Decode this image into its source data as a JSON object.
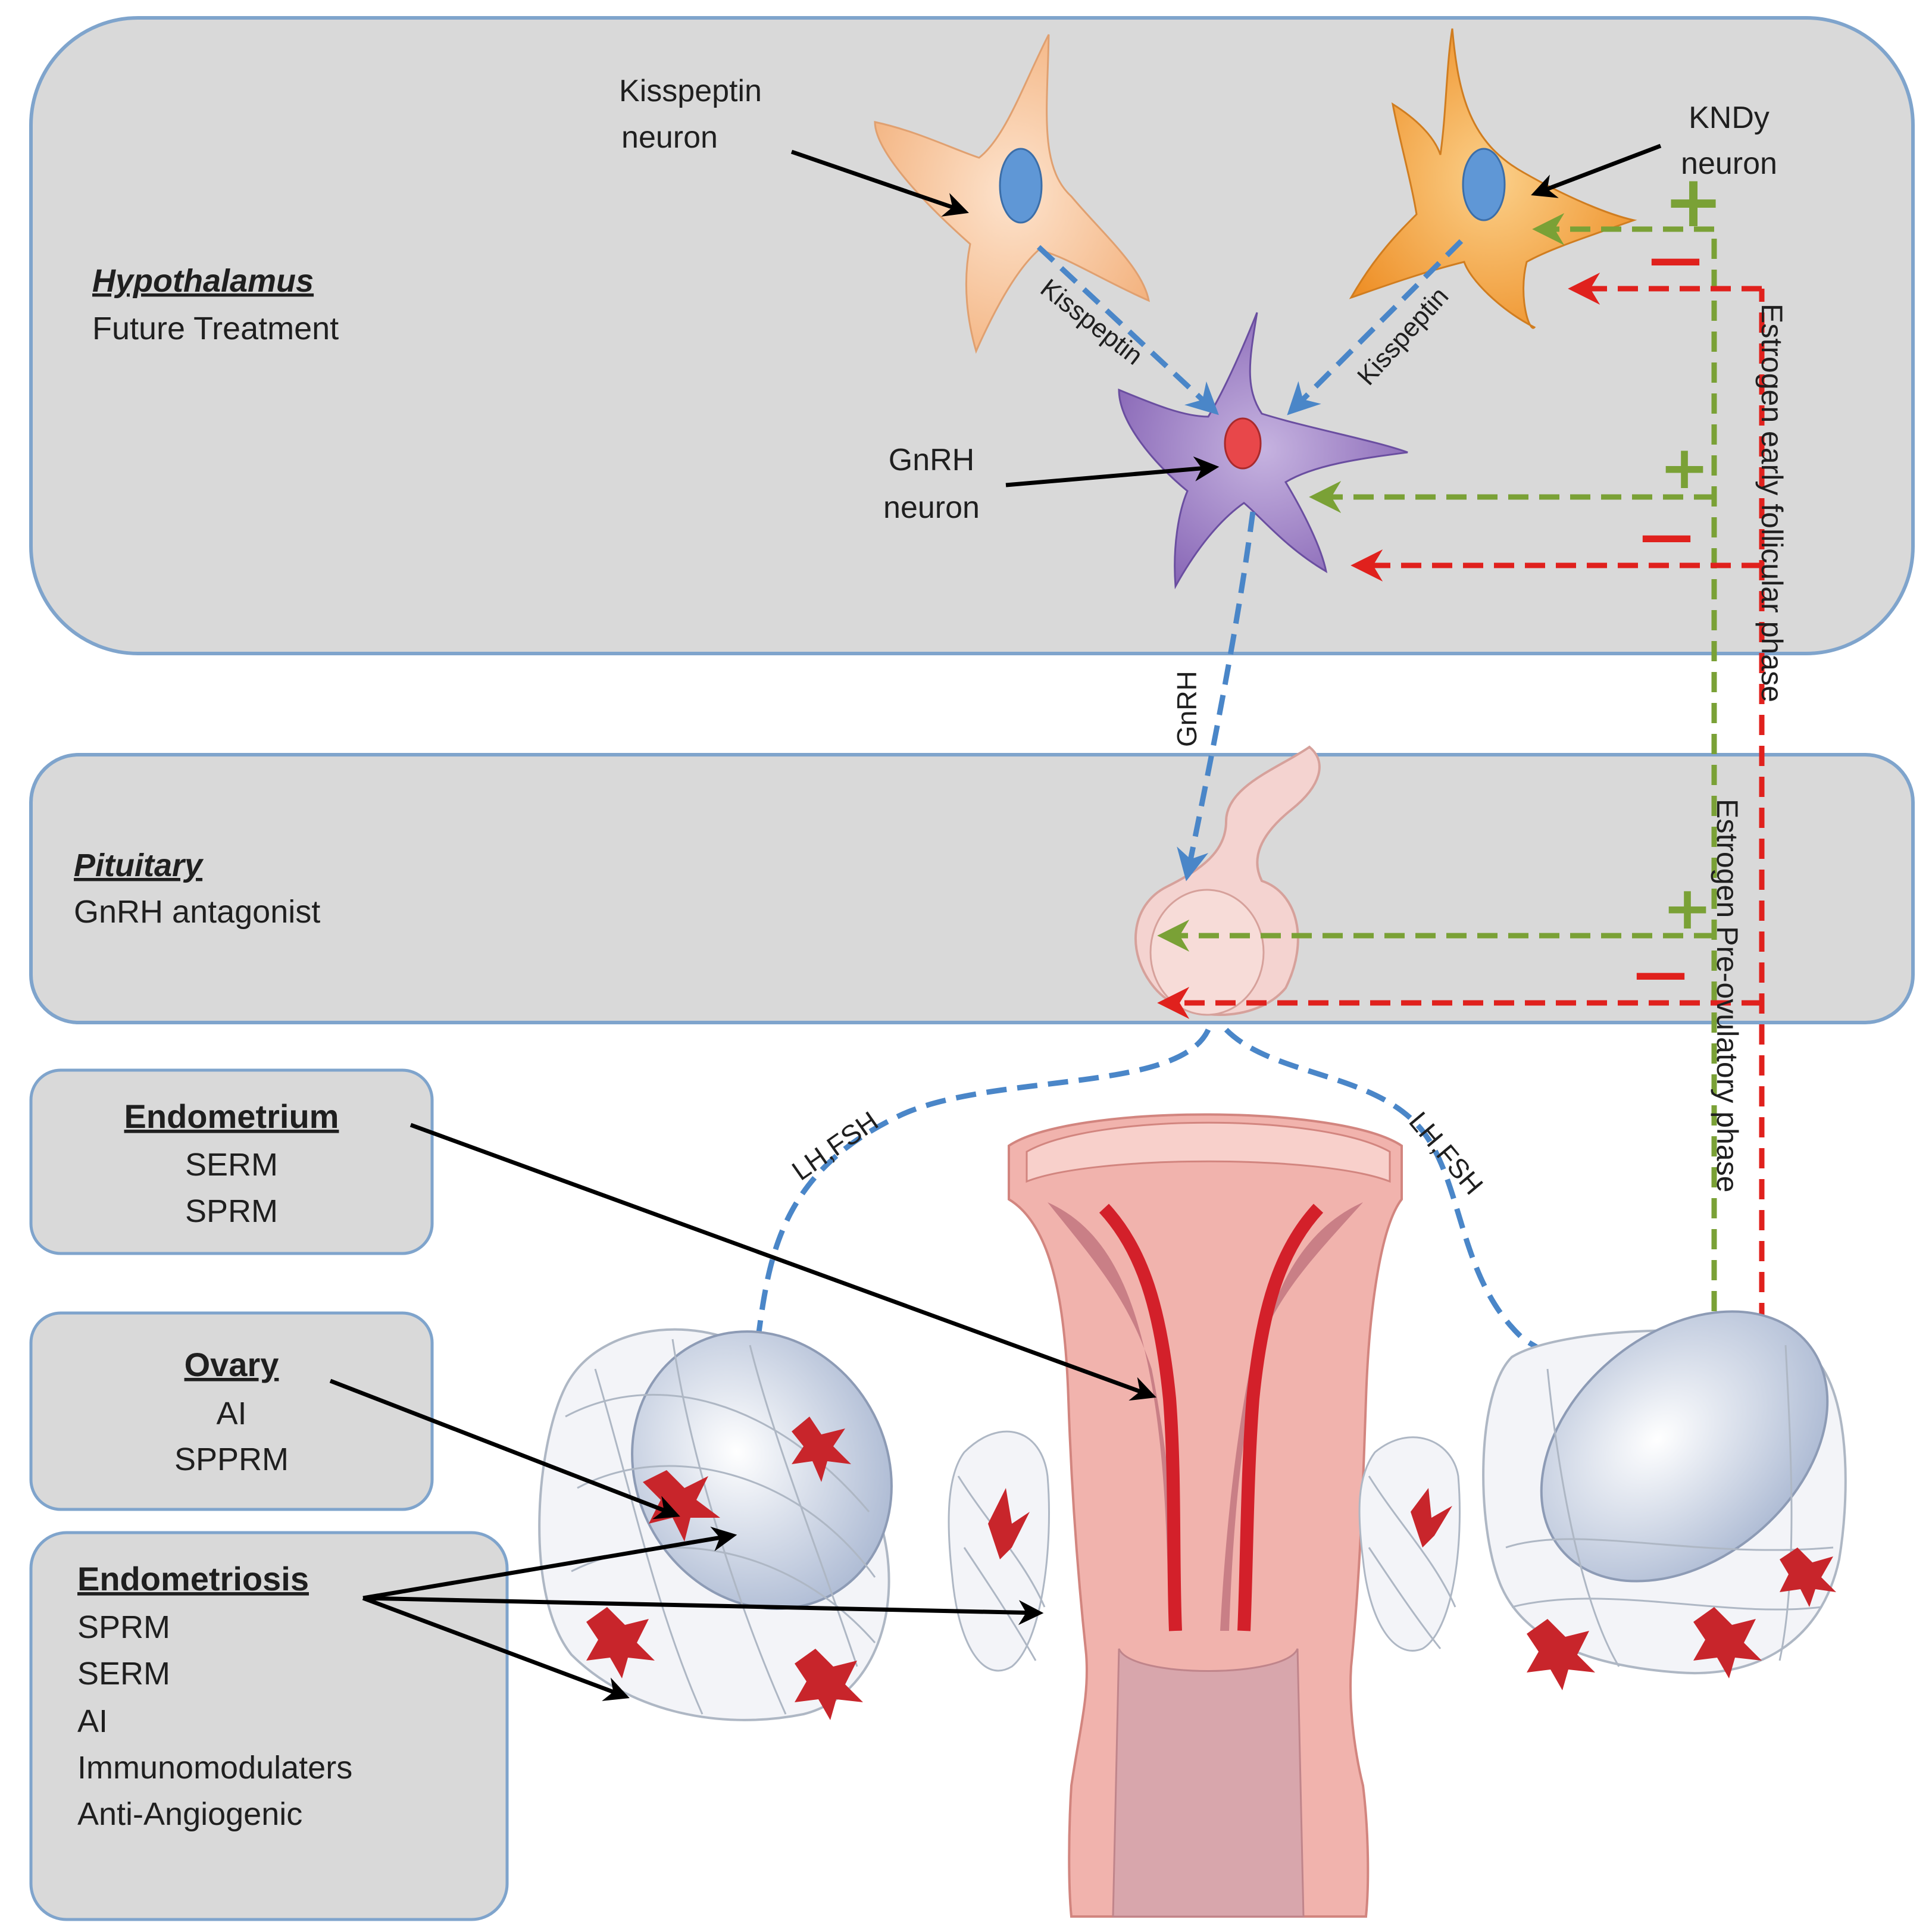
{
  "hypothalamus": {
    "title": "Hypothalamus",
    "treatment": "Future Treatment"
  },
  "pituitary": {
    "title": "Pituitary",
    "treatment": "GnRH antagonist"
  },
  "endometrium": {
    "title": "Endometrium",
    "items": [
      "SERM",
      "SPRM"
    ]
  },
  "ovary": {
    "title": "Ovary",
    "items": [
      "AI",
      "SPPRM"
    ]
  },
  "endometriosis": {
    "title": "Endometriosis",
    "items": [
      "SPRM",
      "SERM",
      "AI",
      "Immunomodulaters",
      "Anti-Angiogenic"
    ]
  },
  "neurons": {
    "kisspeptin": [
      "Kisspeptin",
      "neuron"
    ],
    "kndy": [
      "KNDy",
      "neuron"
    ],
    "gnrh": [
      "GnRH",
      "neuron"
    ]
  },
  "signals": {
    "kisspeptin_left": "Kisspeptin",
    "kisspeptin_right": "Kisspeptin",
    "gnrh": "GnRH",
    "lhfsh_left": "LH,FSH",
    "lhfsh_right": "LH,FSH",
    "estrogen_early": "Estrogen early follicular phase",
    "estrogen_pre": "Estrogen Pre-ovulatory phase"
  },
  "feedback_signs": {
    "plus": "+",
    "minus": "—"
  },
  "colors": {
    "panel_fill": "#d9d9d9",
    "panel_border": "#7fa4cc",
    "kisspeptin_neuron": "#f7c59f",
    "kndy_neuron": "#f5a94a",
    "gnrh_neuron": "#9b7fc2",
    "positive_feedback": "#7aa136",
    "negative_feedback": "#e0211d",
    "hormone_signal": "#4a86c8",
    "lesion": "#c8252b"
  },
  "icons": {
    "kisspeptin": "star-neuron-icon",
    "kndy": "star-neuron-icon",
    "gnrh": "star-neuron-icon",
    "pituitary": "pituitary-gland-icon",
    "uterus": "uterus-icon",
    "ovary": "ovary-icon"
  }
}
